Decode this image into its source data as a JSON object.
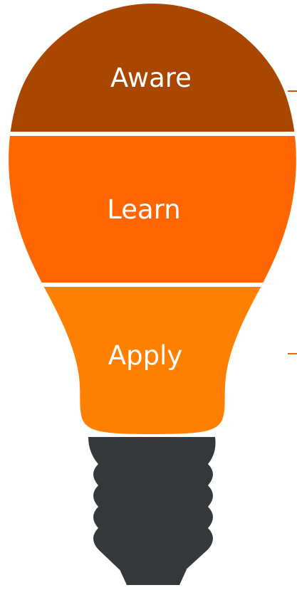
{
  "colors": {
    "aware": "#A94600",
    "learn": "#FF6600",
    "apply": "#FF8000",
    "base": "#36393B",
    "separator": "#FFFFFF",
    "connector_top": "#D15A0A",
    "connector_bottom": "#E06E10"
  },
  "sections": [
    {
      "label": "Aware"
    },
    {
      "label": "Learn"
    },
    {
      "label": "Apply"
    }
  ]
}
